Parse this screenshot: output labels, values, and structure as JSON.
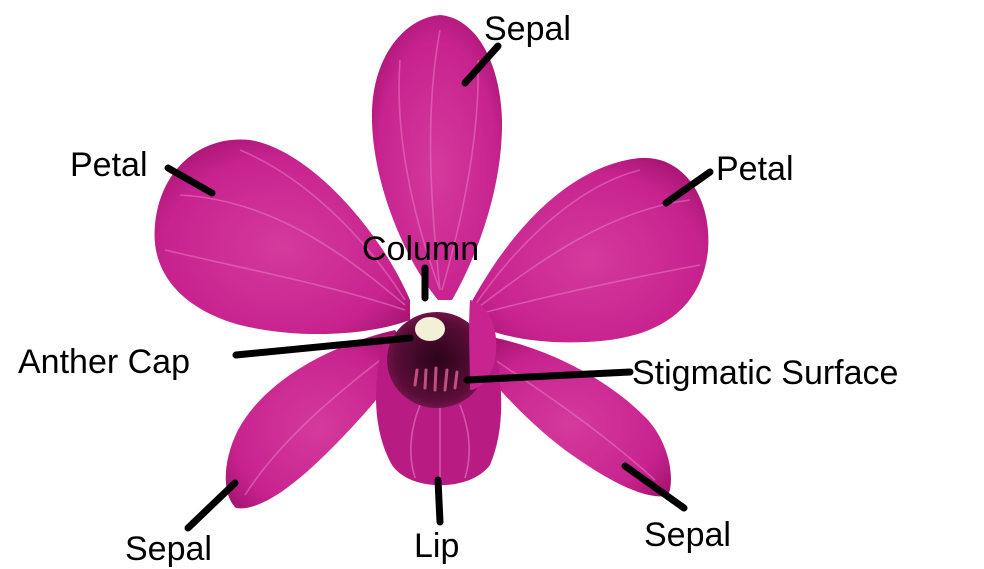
{
  "diagram": {
    "colors": {
      "petal_base": "#c8238f",
      "petal_dark": "#9e1270",
      "petal_light": "#e05ab1",
      "vein": "#e77bc4",
      "throat": "#4a0b2e",
      "anther_cap": "#f2f0d6",
      "label": "#000000"
    },
    "labels": {
      "sepal_top": "Sepal",
      "petal_left": "Petal",
      "petal_right": "Petal",
      "column": "Column",
      "anther_cap": "Anther Cap",
      "stigmatic_surface": "Stigmatic Surface",
      "sepal_bottom_left": "Sepal",
      "lip": "Lip",
      "sepal_bottom_right": "Sepal"
    }
  }
}
